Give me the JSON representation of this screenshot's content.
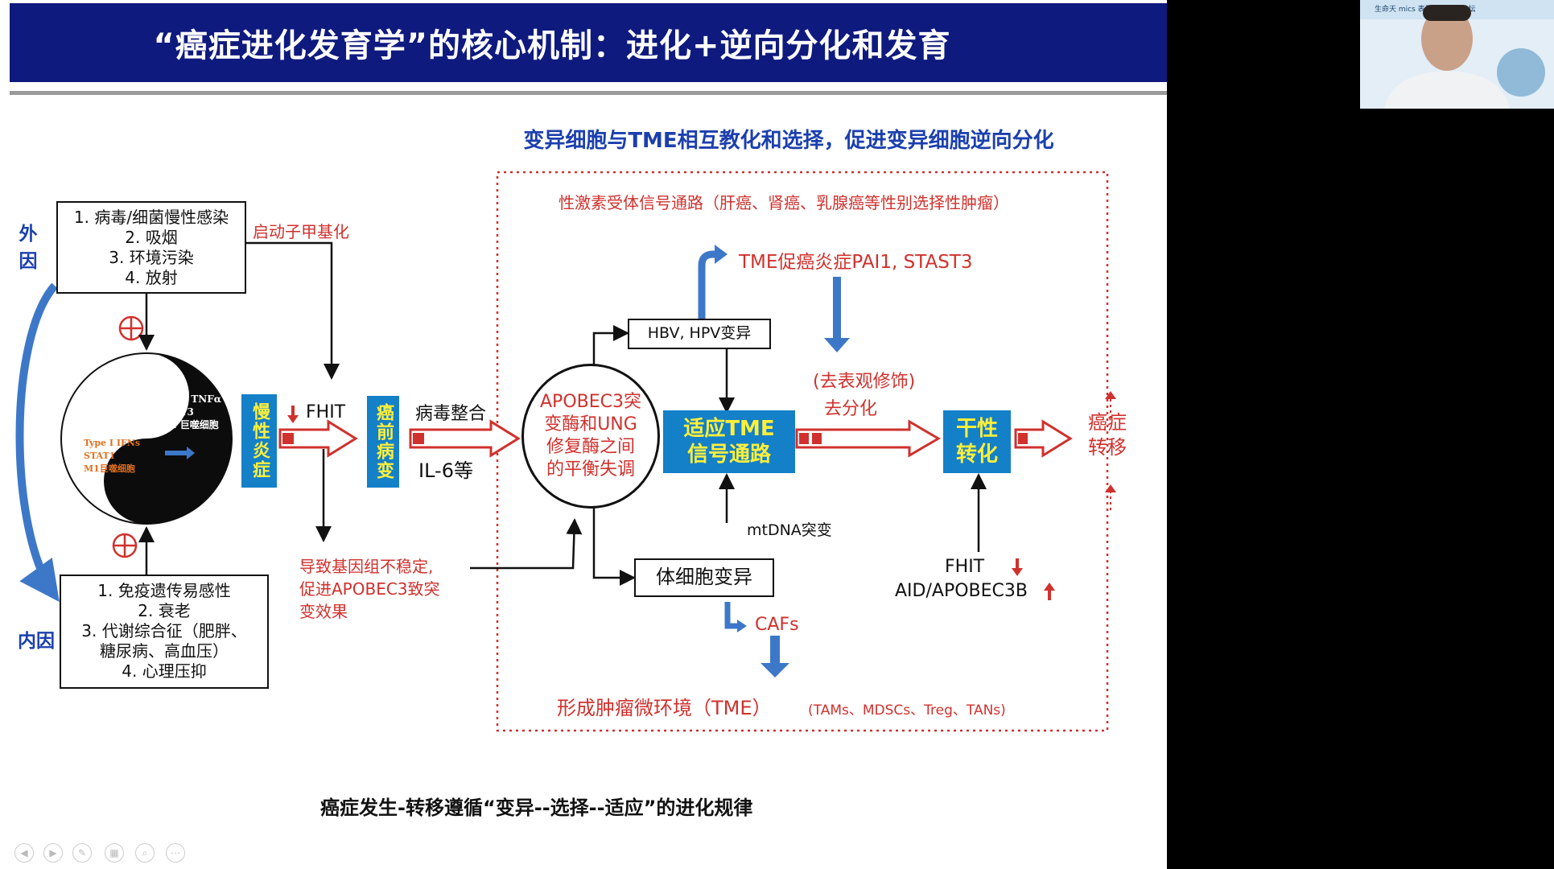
{
  "slide": {
    "title": "“癌症进化发育学”的核心机制：进化+逆向分化和发育",
    "subtitle": "变异细胞与TME相互教化和选择，促进变异细胞逆向分化",
    "footer": "癌症发生-转移遵循“变异--选择--适应”的进化规律",
    "external": {
      "label": [
        "外",
        "因"
      ],
      "items": [
        "1. 病毒/细菌慢性感染",
        "2. 吸烟",
        "3. 环境污染",
        "4. 放射"
      ]
    },
    "internal": {
      "label": "内因",
      "items": [
        "1. 免疫遗传易感性",
        "2. 衰老",
        "3. 代谢综合征（肥胖、",
        "糖尿病、高血压）",
        "4. 心理压抑"
      ]
    },
    "promoter_methylation": "启动子甲基化",
    "yinyang": {
      "dark_lines": [
        "IL-6、TNFα",
        "STAT3",
        "M2 巨噬细胞"
      ],
      "light_lines": [
        "Type I IFNs",
        "STAT1",
        "M1巨噬细胞"
      ]
    },
    "chronic_inflammation": "慢性炎症",
    "fhit": "FHIT",
    "precancerous": "癌前病变",
    "viral_integration": "病毒整合",
    "il6": "IL-6等",
    "genome_instability": [
      "导致基因组不稳定,",
      "促进APOBEC3致突",
      "变效果"
    ],
    "apobec_circle": [
      "APOBEC3突",
      "变酶和UNG",
      "修复酶之间",
      "的平衡失调"
    ],
    "hbv_hpv": "HBV, HPV变异",
    "somatic_mutation": "体细胞变异",
    "mtdna": "mtDNA突变",
    "cafs": "CAFs",
    "tme_signal": [
      "适应TME",
      "信号通路"
    ],
    "sex_hormone": "性激素受体信号通路（肝癌、肾癌、乳腺癌等性别选择性肿瘤）",
    "tme_inflammation": "TME促癌炎症PAI1, STAST3",
    "epigenetic": "(去表观修饰)",
    "dedifferentiation": "去分化",
    "stemness": [
      "干性",
      "转化"
    ],
    "fhit2": "FHIT",
    "aid_apobec": "AID/APOBEC3B",
    "metastasis": [
      "癌症",
      "转移"
    ],
    "tme_formation": "形成肿瘤微环境（TME）",
    "tme_cells": "(TAMs、MDSCs、Treg、TANs)"
  },
  "colors": {
    "header_bg": "#0f1a7e",
    "accent_red": "#d0312d",
    "accent_blue": "#1b3fae",
    "box_blue": "#1480c8",
    "box_yellow": "#ffef3a",
    "arrow_blue": "#3d78c8"
  },
  "icons": [
    "plus-circle-icon",
    "down-red-arrow-icon",
    "up-red-arrow-icon",
    "double-arrow-icon",
    "player-control-icons"
  ],
  "video": {
    "banner": "生命天 mics 表型组学前沿论坛"
  }
}
